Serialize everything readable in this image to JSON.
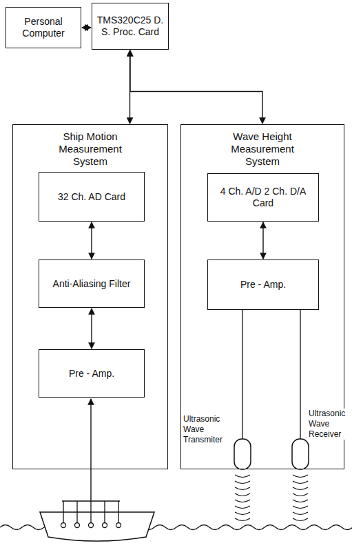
{
  "diagram": {
    "nodes": [
      {
        "text": [
          "Personal Computer"
        ]
      },
      {
        "text": [
          "TMS320C25 D. S. Proc. Card"
        ]
      },
      {
        "text": [
          "Ship Motion Measurement System"
        ]
      },
      {
        "text": [
          "32 Ch. AD Card"
        ],
        "in": 2
      },
      {
        "text": [
          "Anti-Aliasing Filter"
        ],
        "in": 2
      },
      {
        "text": [
          "Pre - Amp."
        ],
        "in": 2
      },
      {
        "text": [
          "Wave Height Measurement System"
        ]
      },
      {
        "text": [
          "4 Ch. A/D 2 Ch. D/A Card"
        ],
        "in": 6
      },
      {
        "text": [
          "Pre - Amp."
        ],
        "in": 6
      }
    ],
    "edges": [
      {
        "from": 0,
        "to": 1,
        "arrow": "both"
      },
      {
        "from": 1,
        "to": 2,
        "arrow": "both"
      },
      {
        "from": 1,
        "to": 6,
        "arrow": "both"
      },
      {
        "from": 3,
        "to": 4,
        "arrow": "both"
      },
      {
        "from": 4,
        "to": 5,
        "arrow": "both"
      },
      {
        "from": 7,
        "to": 8,
        "arrow": "both"
      }
    ],
    "labels": [
      "Ultrasonic Wave Transmiter",
      "Ultrasonic Wave Receiver"
    ]
  }
}
